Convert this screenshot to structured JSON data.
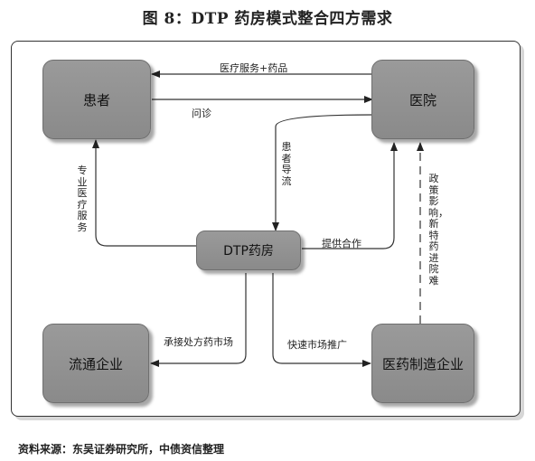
{
  "title": "图 8：DTP 药房模式整合四方需求",
  "nodes": {
    "patient": "患者",
    "hospital": "医院",
    "dtp": "DTP药房",
    "distribution": "流通企业",
    "pharma": "医药制造企业"
  },
  "edges": {
    "hospital_to_patient": "医疗服务+药品",
    "patient_to_hospital": "问诊",
    "hospital_to_dtp": "患者导流",
    "dtp_to_patient": "专业医疗服务",
    "dtp_to_hospital": "提供合作",
    "dtp_to_distribution": "承接处方药市场",
    "dtp_to_pharma": "快速市场推广",
    "pharma_to_hospital": "政策影响，新特药进院难"
  },
  "source": "资料来源：东吴证券研究所，中债资信整理"
}
